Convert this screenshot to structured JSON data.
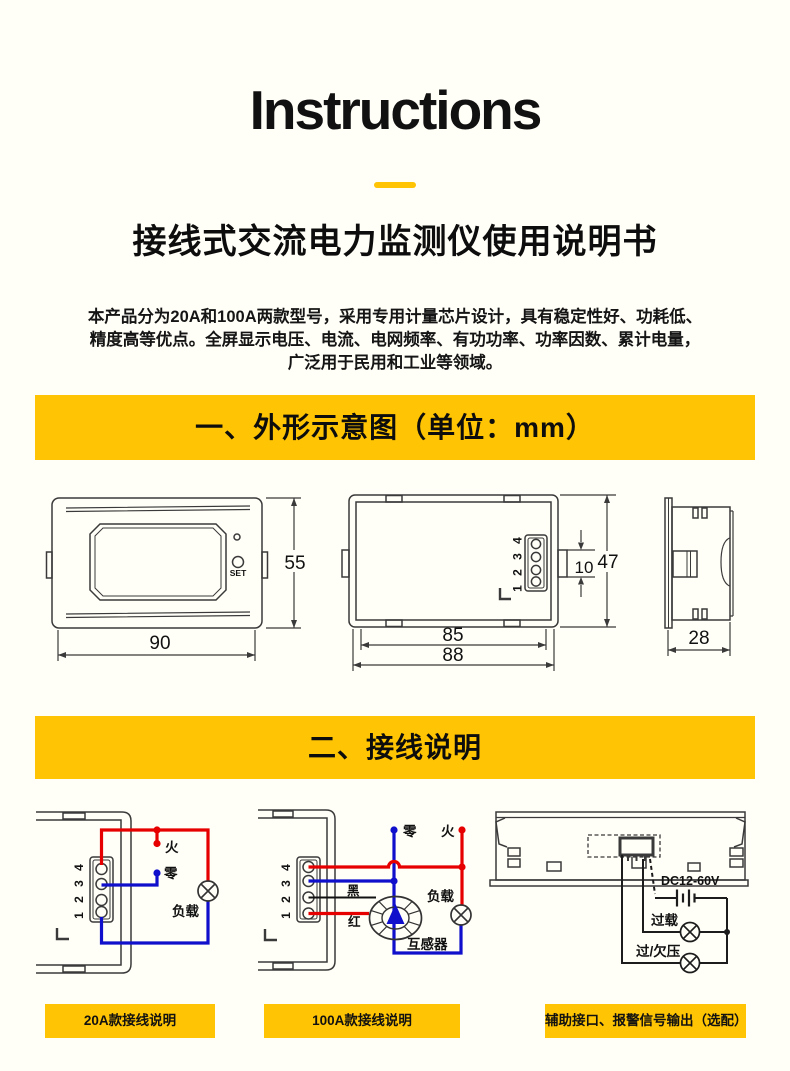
{
  "page": {
    "title": "Instructions",
    "subtitle": "接线式交流电力监测仪使用说明书"
  },
  "intro": {
    "line1": "本产品分为20A和100A两款型号，采用专用计量芯片设计，具有稳定性好、功耗低、",
    "line2": "精度高等优点。全屏显示电压、电流、电网频率、有功功率、功率因数、累计电量，",
    "line3": "广泛用于民用和工业等领域。"
  },
  "sections": {
    "dimensions_heading": "一、外形示意图（单位：mm）",
    "wiring_heading": "二、接线说明"
  },
  "colors": {
    "accent_yellow": "#FFC403",
    "background": "#FFFEF7",
    "wire_red": "#E60000",
    "wire_blue": "#1010CC",
    "drawing_line": "#3A3A3A"
  },
  "drawings": {
    "front_view": {
      "width_mm": "90",
      "height_mm": "55",
      "button_label": "SET"
    },
    "back_view": {
      "terminals": "1 2 3 4",
      "terminal_pitch_mm": "10",
      "height_mm": "47",
      "body_width_mm": "85",
      "full_width_mm": "88"
    },
    "side_view": {
      "depth_mm": "28"
    }
  },
  "wiring": {
    "d20a": {
      "caption": "20A款接线说明",
      "terminals": "1 2 3 4",
      "live": "火",
      "neutral": "零",
      "load": "负载"
    },
    "d100a": {
      "caption": "100A款接线说明",
      "terminals": "1 2 3 4",
      "live": "火",
      "neutral": "零",
      "black_wire": "黑",
      "red_wire": "红",
      "load": "负载",
      "transformer": "互感器"
    },
    "aux": {
      "caption": "辅助接口、报警信号输出（选配）",
      "power": "DC12-60V",
      "overload": "过载",
      "voltage_alarm": "过/欠压"
    }
  }
}
